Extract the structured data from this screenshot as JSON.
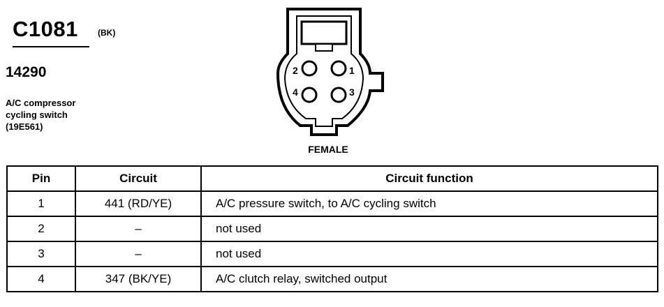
{
  "connector": {
    "id": "C1081",
    "color": "(BK)",
    "part_number": "14290",
    "description_lines": [
      "A/C compressor",
      "cycling switch",
      "(19E561)"
    ],
    "gender": "FEMALE",
    "pin_labels": [
      "1",
      "2",
      "3",
      "4"
    ]
  },
  "table": {
    "headers": [
      "Pin",
      "Circuit",
      "Circuit function"
    ],
    "rows": [
      {
        "pin": "1",
        "circuit": "441 (RD/YE)",
        "function": "A/C pressure switch, to A/C cycling switch"
      },
      {
        "pin": "2",
        "circuit": "–",
        "function": "not used"
      },
      {
        "pin": "3",
        "circuit": "–",
        "function": "not used"
      },
      {
        "pin": "4",
        "circuit": "347 (BK/YE)",
        "function": "A/C clutch relay, switched output"
      }
    ]
  }
}
